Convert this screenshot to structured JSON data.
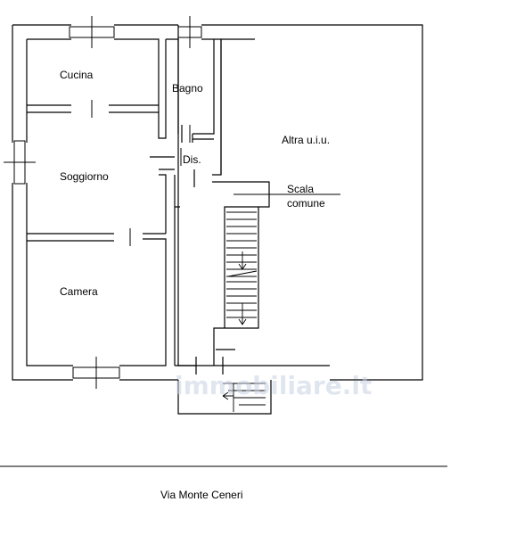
{
  "rooms": {
    "cucina": "Cucina",
    "bagno": "Bagno",
    "soggiorno": "Soggiorno",
    "disimpegno": "Dis.",
    "altra_uiu": "Altra u.i.u.",
    "scala_line1": "Scala",
    "scala_line2": "comune",
    "camera": "Camera"
  },
  "street": {
    "name": "Via Monte Ceneri"
  },
  "watermark": {
    "text": "immobiliare.it"
  },
  "colors": {
    "wall": "#000000",
    "background": "#ffffff",
    "watermark": "#c8d2e2"
  }
}
